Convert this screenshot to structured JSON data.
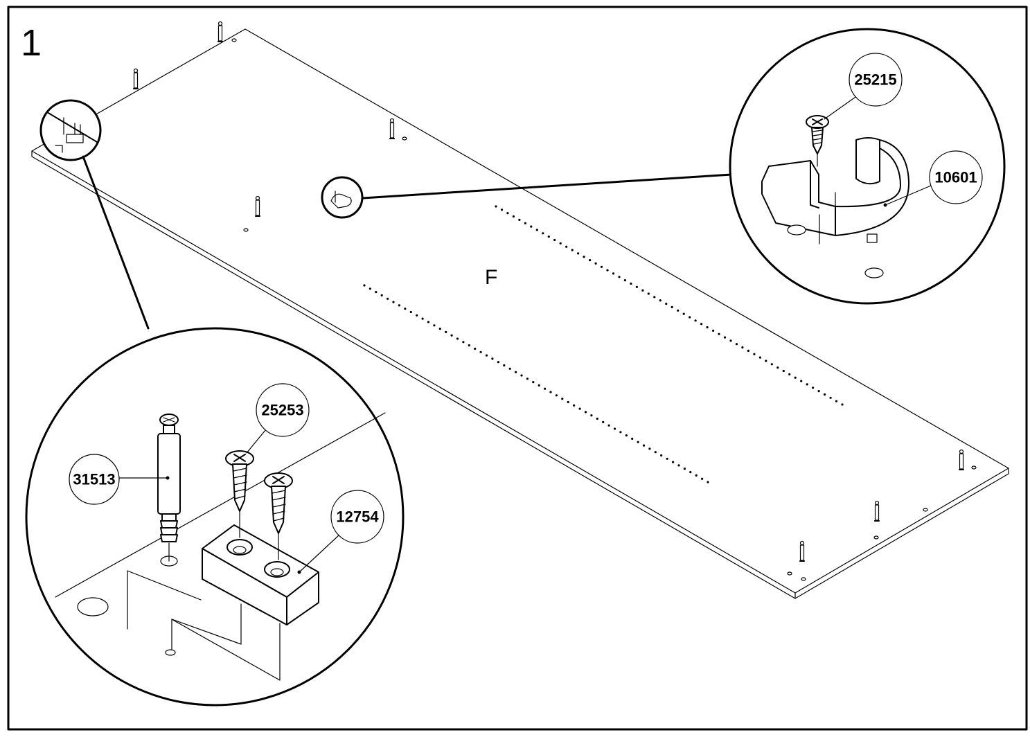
{
  "step_number": "1",
  "panel_label": "F",
  "parts": {
    "p25215": "25215",
    "p10601": "10601",
    "p25253": "25253",
    "p31513": "31513",
    "p12754": "12754"
  },
  "colors": {
    "ink": "#000000",
    "paper": "#ffffff"
  }
}
